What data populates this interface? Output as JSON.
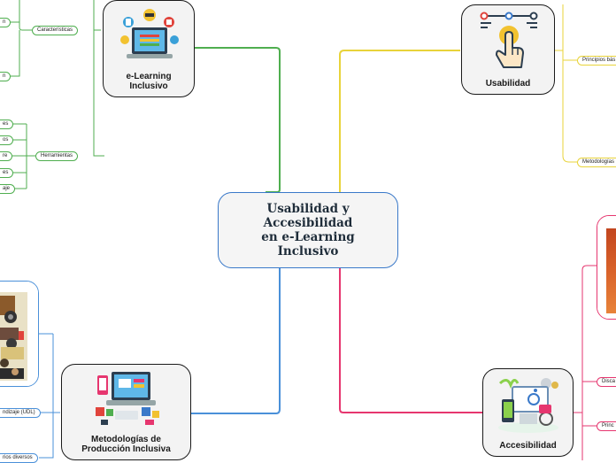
{
  "center": {
    "title": "Usabilidad y\nAccesibilidad\nen e-Learning\nInclusivo"
  },
  "branches": {
    "elearning": {
      "title": "e-Learning\nInclusivo",
      "color": "#4fae4f",
      "children": [
        {
          "label": "Características",
          "sub": [
            "n",
            "n"
          ]
        },
        {
          "label": "Herramientas",
          "sub": [
            "es",
            "os",
            "re",
            "es",
            "aje"
          ]
        }
      ]
    },
    "usabilidad": {
      "title": "Usabilidad",
      "color": "#e8d33a",
      "children": [
        {
          "label": "Principios bás"
        },
        {
          "label": "Metodologías"
        }
      ]
    },
    "accesibilidad": {
      "title": "Accesibilidad",
      "color": "#e6366f",
      "children": [
        {
          "label": "Disca"
        },
        {
          "label": "Princ"
        }
      ]
    },
    "metodologias": {
      "title": "Metodologías de\nProducción Inclusiva",
      "color": "#4a90d9",
      "children": [
        {
          "label": "ndizaje (UDL)"
        },
        {
          "label": "rios diversos"
        }
      ]
    }
  },
  "icons": {
    "elearning": "laptop-education-icon",
    "usabilidad": "touch-hand-icon",
    "accesibilidad": "accessibility-devices-icon",
    "metodologias": "devices-production-icon",
    "photo_left": "classroom-photo",
    "photo_right": "orange-photo"
  }
}
